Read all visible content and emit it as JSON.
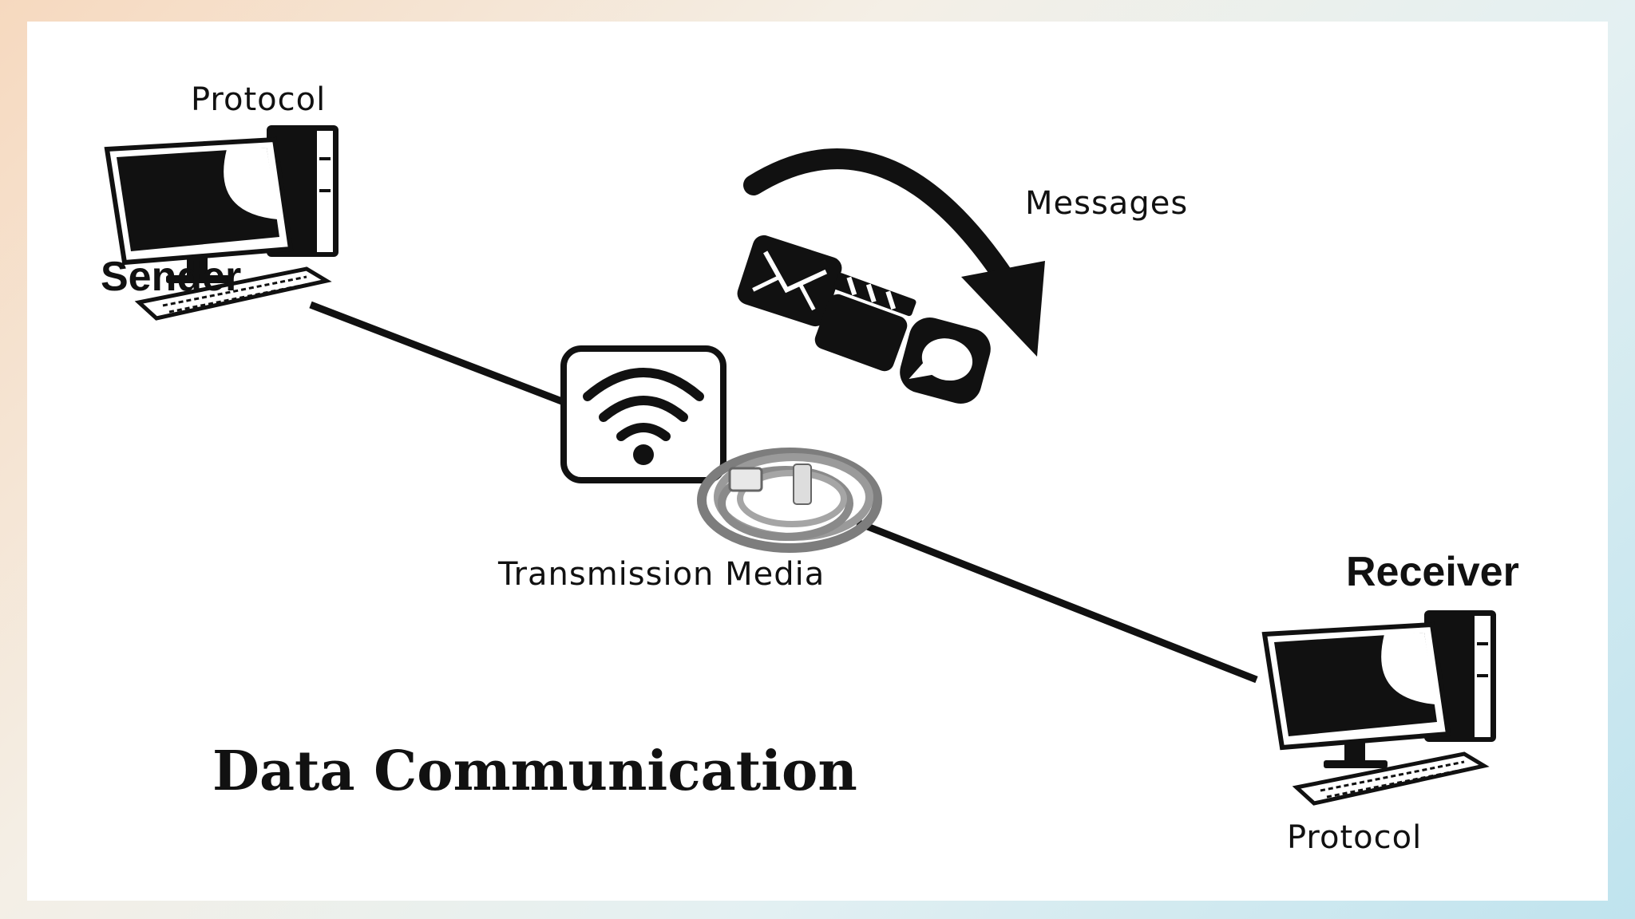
{
  "title": "Data Communication",
  "sender": {
    "label": "Sender",
    "protocol": "Protocol"
  },
  "receiver": {
    "label": "Receiver",
    "protocol": "Protocol"
  },
  "media": {
    "label": "Transmission Media"
  },
  "messages": {
    "label": "Messages"
  },
  "colors": {
    "ink": "#111111",
    "cable": "#8a8a8a",
    "panel": "#ffffff"
  },
  "icons": [
    "desktop-computer-icon",
    "wifi-icon",
    "ethernet-cable-icon",
    "envelope-icon",
    "clapperboard-icon",
    "chat-bubble-icon",
    "curved-arrow-icon"
  ]
}
